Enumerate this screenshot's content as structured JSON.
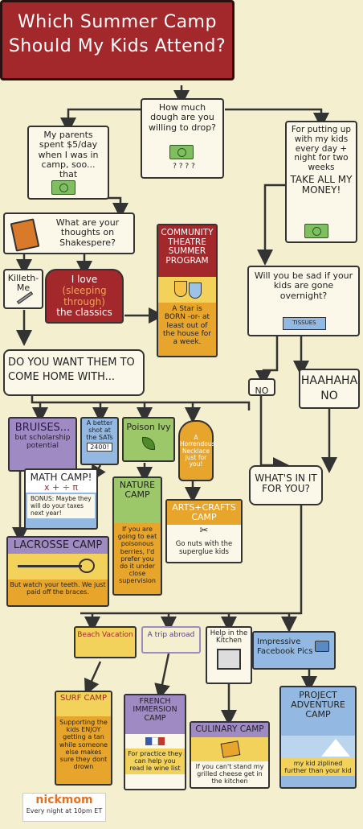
{
  "title_line1": "Which Summer Camp",
  "title_line2": "Should My Kids Attend?",
  "q_dough": "How much dough are you willing to drop?",
  "q_dough_marks": "? ? ? ?",
  "ans_cheap": "My parents spent $5/day when I was in camp, soo... that",
  "ans_rich_1": "For putting up with my kids every day + night for two weeks",
  "ans_rich_2": "TAKE ALL MY MONEY!",
  "q_shakespeare": "What are your thoughts on Shakespere?",
  "killeth": "Killeth-Me",
  "sleeping_1": "I love",
  "sleeping_2": "(sleeping through)",
  "sleeping_3": "the classics",
  "theatre_title": "COMMUNITY THEATRE SUMMER PROGRAM",
  "theatre_body": "A Star is BORN -or- at least out of the house for a week.",
  "q_sad": "Will you be sad if your kids are gone overnight?",
  "tissues_label": "TISSUES",
  "no_label": "NO",
  "haha_label": "HAAHAHA NO",
  "q_home": "DO YOU WANT THEM TO COME HOME WITH...",
  "opt_bruises_1": "BRUISES...",
  "opt_bruises_2": "but scholarship potential",
  "opt_sats_1": "A better shot at the SATs",
  "opt_sats_2": "2400!",
  "opt_ivy": "Poison Ivy",
  "opt_necklace": "A Horrendous Necklace just for you!",
  "math_title": "MATH CAMP!",
  "math_symbols": "x + ÷ π",
  "math_body": "BONUS: Maybe they will do your taxes next year!",
  "nature_title": "NATURE CAMP",
  "nature_body": "If you are going to eat poisonous berries, I'd prefer you do it under close supervision",
  "arts_title": "ARTS+CRAFTS CAMP",
  "arts_body": "Go nuts with the superglue kids",
  "lacrosse_title": "LACROSSE CAMP",
  "lacrosse_body": "But watch your teeth. We just paid off the braces.",
  "q_whats_in": "WHAT'S IN IT FOR YOU?",
  "opt_beach": "Beach Vacation",
  "opt_abroad": "A trip abroad",
  "opt_kitchen": "Help in the Kitchen",
  "opt_facebook": "Impressive Facebook Pics",
  "surf_title": "SURF CAMP",
  "surf_body": "Supporting the kids ENJOY getting a tan while someone else makes sure they dont drown",
  "french_title": "FRENCH IMMERSION CAMP",
  "french_body": "For practice they can help you read le wine list",
  "culinary_title": "CULINARY CAMP",
  "culinary_body": "If you can't stand my grilled cheese get in the kitchen",
  "project_title": "PROJECT ADVENTURE CAMP",
  "project_body": "my kid ziplined further than your kid",
  "logo_name": "nickmom",
  "logo_tagline": "Every night at 10pm ET",
  "colors": {
    "background": "#f4efcf",
    "title_red": "#a3282b",
    "orange": "#e8a52c",
    "yellow": "#f2d25a",
    "blue": "#93b9e2",
    "purple": "#a08ac4",
    "money_green": "#7fbf60"
  }
}
